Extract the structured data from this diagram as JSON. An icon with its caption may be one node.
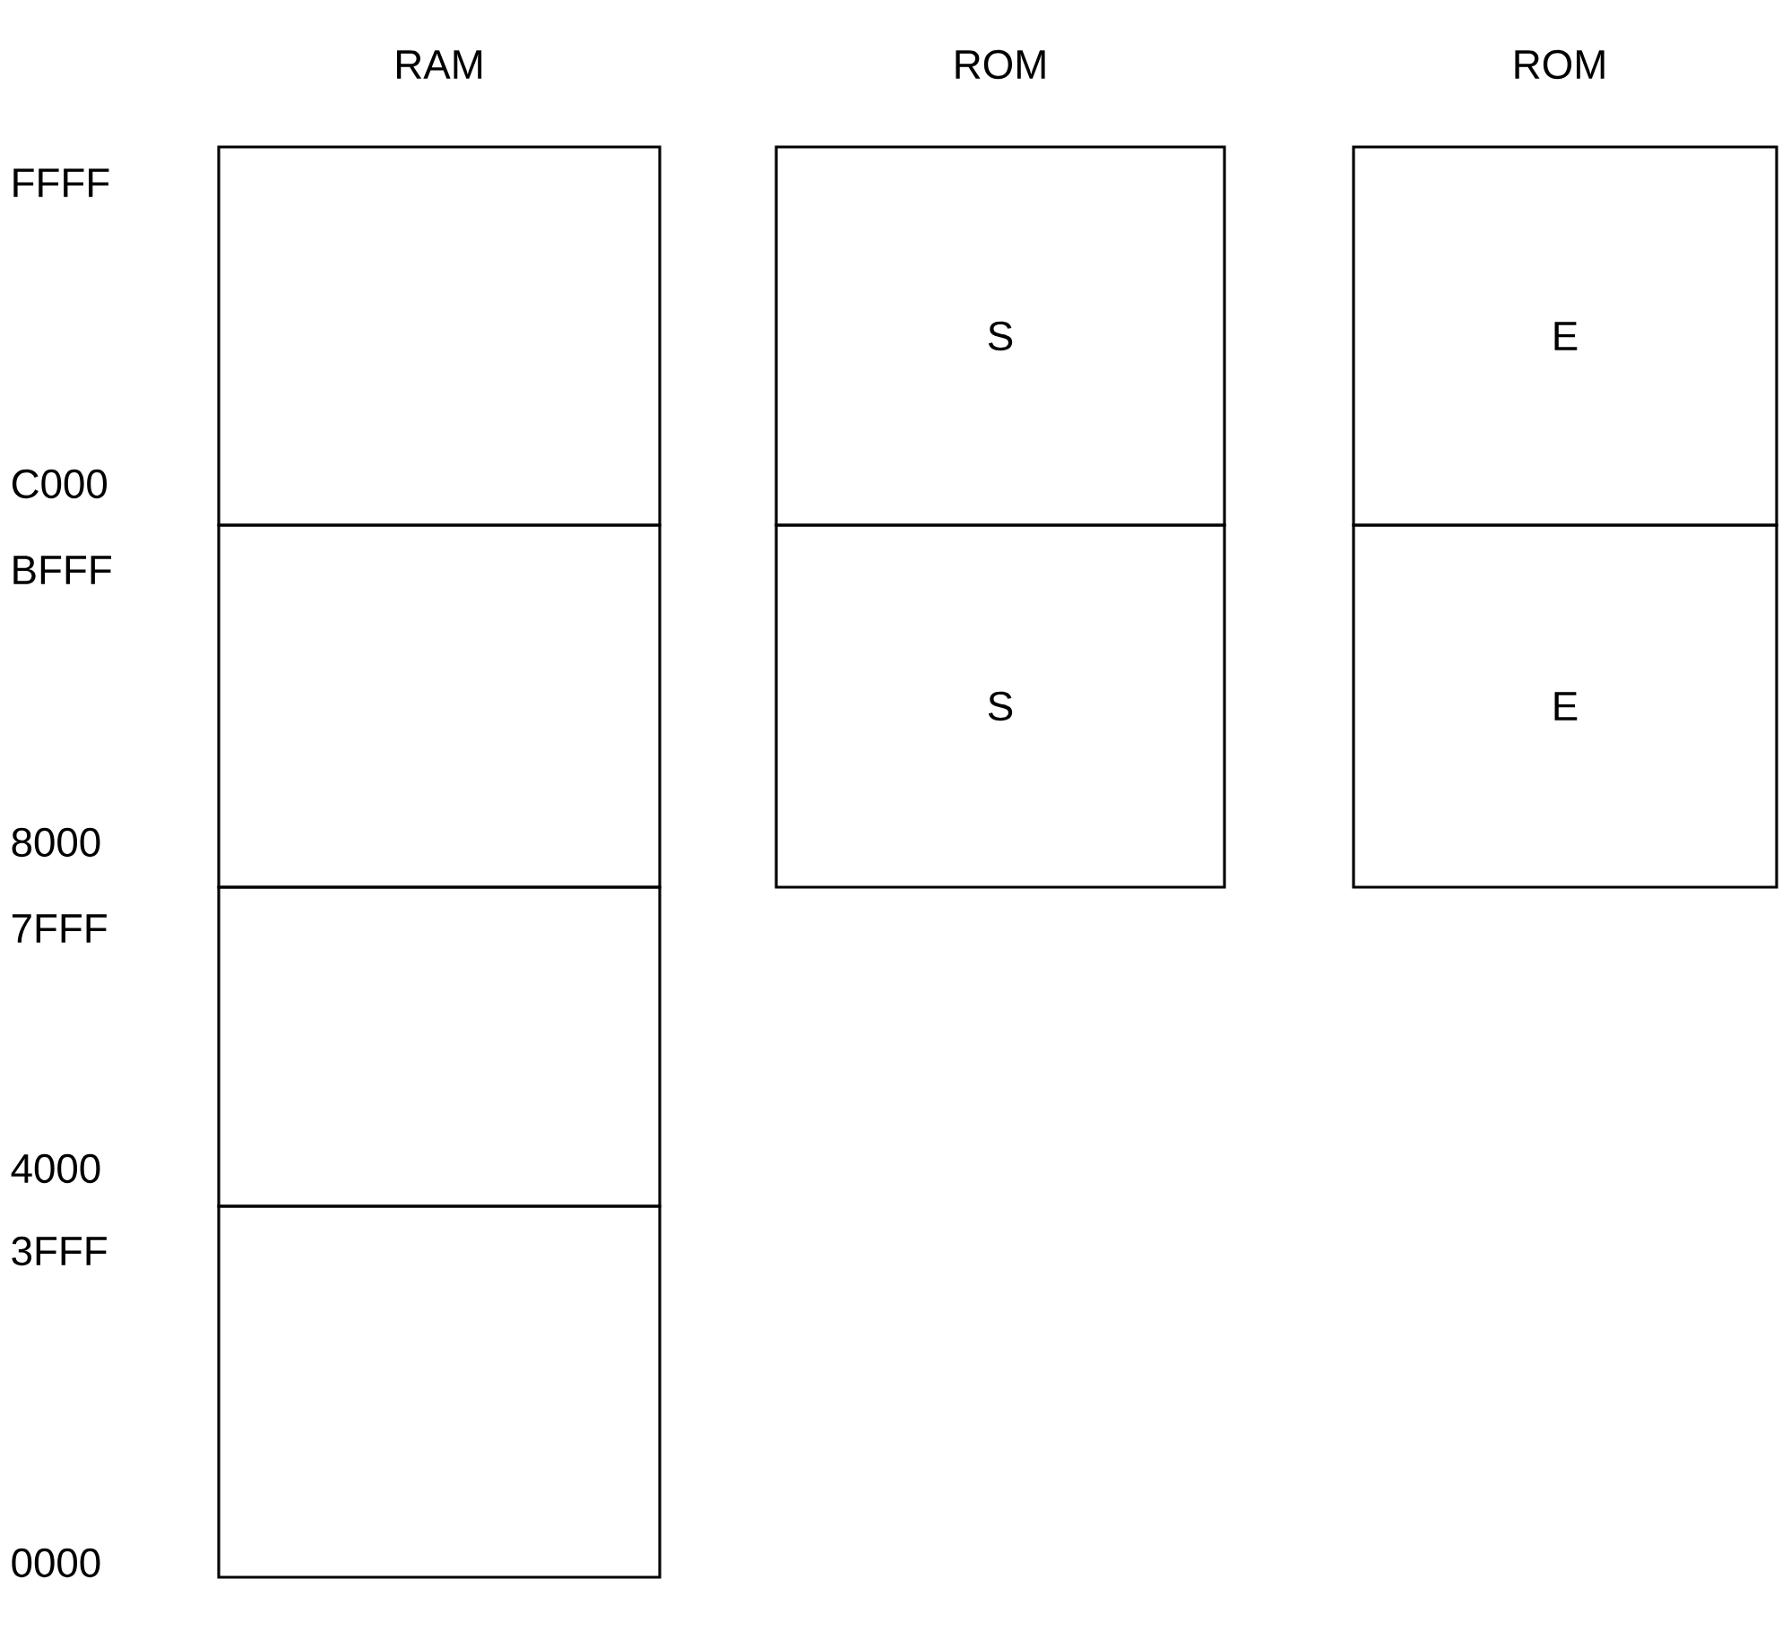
{
  "diagram": {
    "nodes": [
      {
        "text": [],
        "shape": "box"
      },
      {
        "text": [],
        "shape": "box"
      },
      {
        "text": [],
        "shape": "box"
      },
      {
        "text": [],
        "shape": "box"
      },
      {
        "text": [
          "S"
        ]
      },
      {
        "text": [
          "S"
        ]
      },
      {
        "text": [
          "E"
        ]
      },
      {
        "text": [
          "E"
        ]
      }
    ],
    "labels": [
      "RAM",
      "ROM",
      "ROM",
      "FFFF",
      "C000",
      "BFFF",
      "8000",
      "7FFF",
      "4000",
      "3FFF",
      "0000"
    ]
  }
}
